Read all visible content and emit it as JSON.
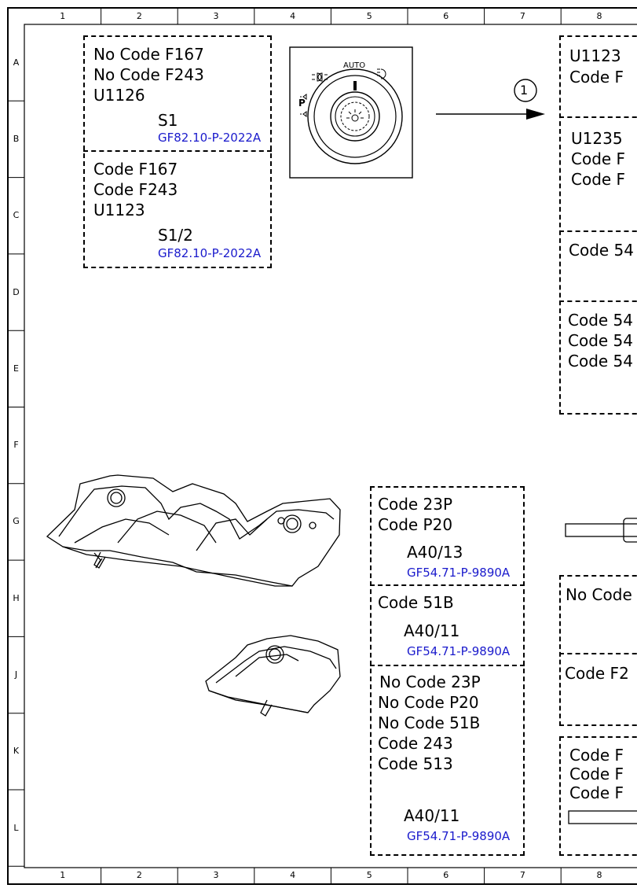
{
  "grid": {
    "columns": [
      "1",
      "2",
      "3",
      "4",
      "5",
      "6",
      "7",
      "8"
    ],
    "rows": [
      "A",
      "B",
      "C",
      "D",
      "E",
      "F",
      "G",
      "H",
      "J",
      "K",
      "L"
    ]
  },
  "callout": {
    "number": "1"
  },
  "groups": {
    "s1": {
      "lines": [
        "No Code F167",
        "No Code F243",
        "U1126"
      ],
      "part": "S1",
      "ref": "GF82.10-P-2022A"
    },
    "s12": {
      "lines": [
        "Code F167",
        "Code F243",
        "U1123"
      ],
      "part": "S1/2",
      "ref": "GF82.10-P-2022A"
    },
    "a40_13": {
      "lines": [
        "Code 23P",
        "Code P20"
      ],
      "part": "A40/13",
      "ref": "GF54.71-P-9890A"
    },
    "a40_11a": {
      "lines": [
        "Code 51B"
      ],
      "part": "A40/11",
      "ref": "GF54.71-P-9890A"
    },
    "a40_11b": {
      "lines": [
        "No Code 23P",
        "No Code P20",
        "No Code 51B",
        "Code 243",
        "Code 513"
      ],
      "part": "A40/11",
      "ref": "GF54.71-P-9890A"
    }
  },
  "right_clipped": {
    "r1": [
      "U1123",
      "Code F"
    ],
    "r2": [
      "U1235",
      "Code F",
      "Code F"
    ],
    "r3": [
      "Code 54"
    ],
    "r4": [
      "Code 54",
      "Code 54",
      "Code 54"
    ],
    "r5": [
      "No Code"
    ],
    "r6": [
      "Code F2"
    ],
    "r7": [
      "Code F",
      "Code F",
      "Code F"
    ]
  },
  "switch_labels": {
    "auto": "AUTO",
    "park": "P"
  }
}
